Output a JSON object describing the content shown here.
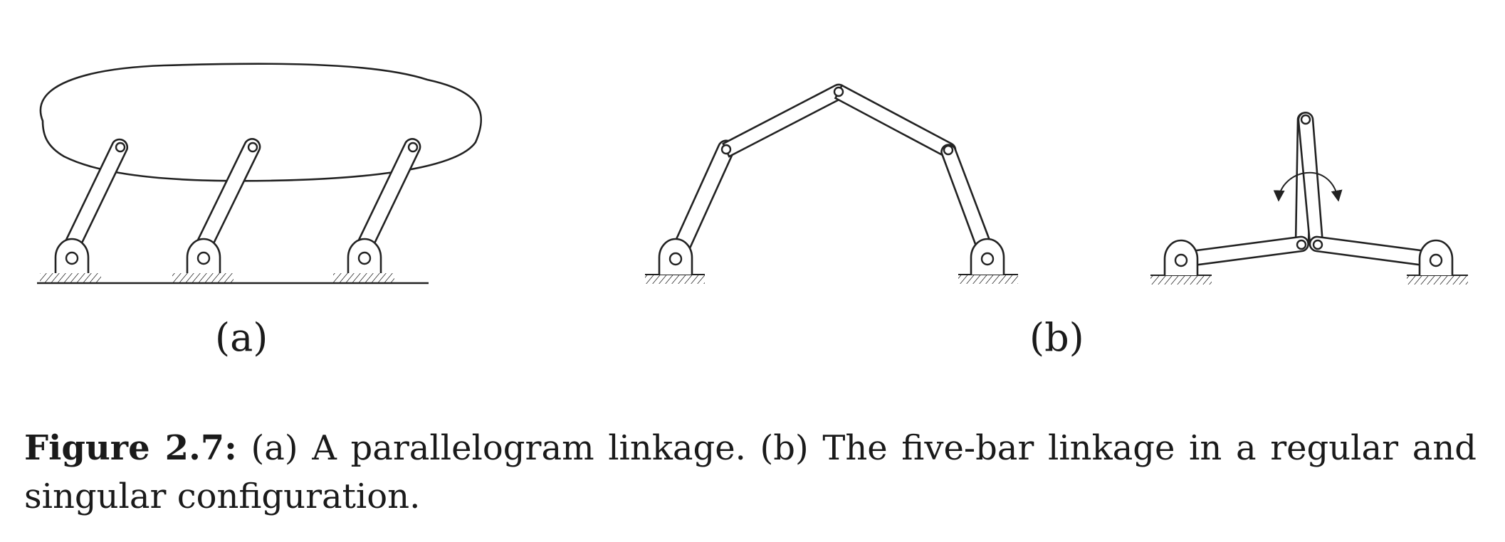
{
  "figure": {
    "subfigures": [
      {
        "id": "a",
        "label": "(a)"
      },
      {
        "id": "b",
        "label": "(b)"
      }
    ],
    "caption": {
      "label": "Figure 2.7:",
      "text": "(a) A parallelogram linkage.  (b) The five-bar linkage in a regular and singular configuration."
    }
  }
}
